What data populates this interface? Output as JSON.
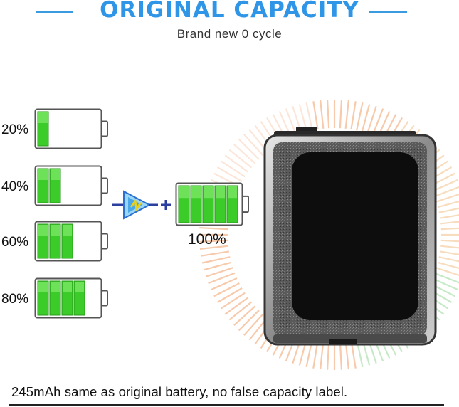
{
  "header": {
    "title": "ORIGINAL CAPACITY",
    "subtitle": "Brand new 0 cycle"
  },
  "batteries": [
    {
      "label": "20%",
      "level": 0.2
    },
    {
      "label": "40%",
      "level": 0.4
    },
    {
      "label": "60%",
      "level": 0.6
    },
    {
      "label": "80%",
      "level": 0.8
    }
  ],
  "full_battery": {
    "label": "100%",
    "level": 1.0
  },
  "footer": {
    "text": "245mAh same as original battery, no false capacity label."
  },
  "colors": {
    "accent": "#2f95e6",
    "battery_green": "#3ccc2a",
    "ring_warm": "#f1a06a",
    "ring_green": "#9ad89a"
  },
  "icons": {
    "charge": "charging-arrow-icon"
  }
}
